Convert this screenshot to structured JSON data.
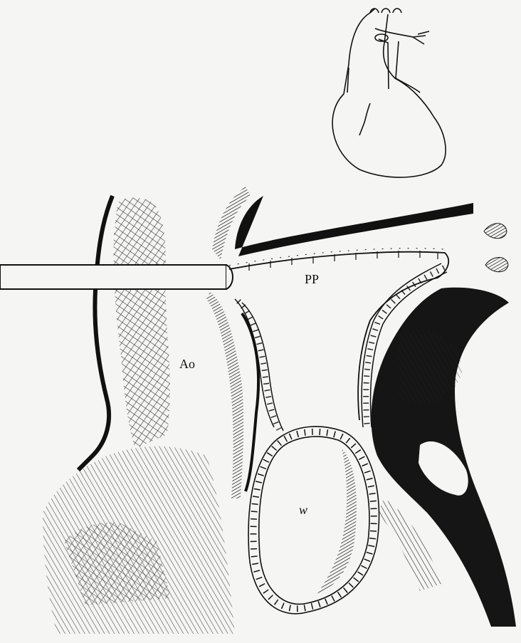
{
  "labels": {
    "aorta": "Ao",
    "pulmonary_patch": "PP",
    "window": "w"
  },
  "colors": {
    "ink": "#111111",
    "paper": "#f5f5f3"
  }
}
